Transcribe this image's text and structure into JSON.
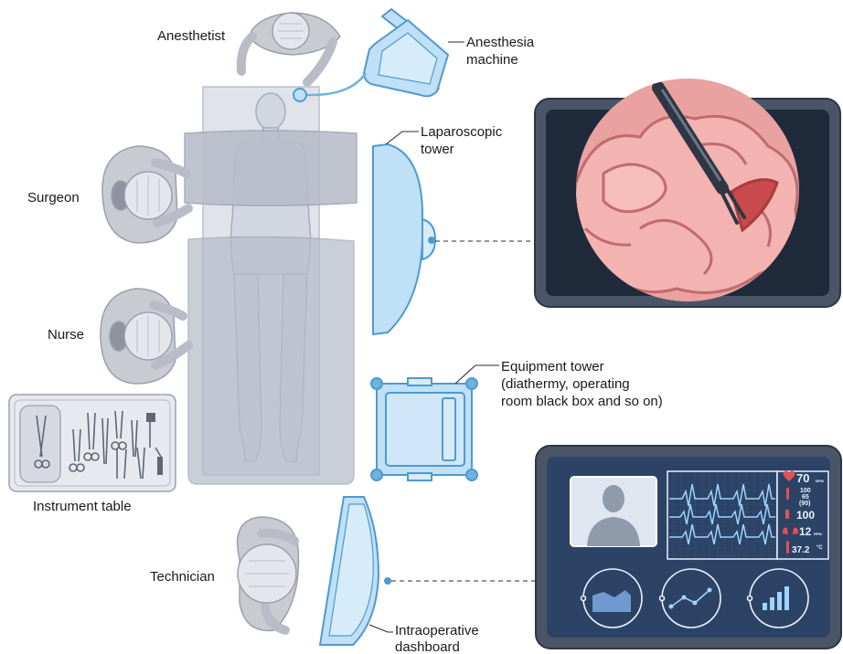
{
  "labels": {
    "anesthetist": "Anesthetist",
    "anesthesia_machine_line1": "Anesthesia",
    "anesthesia_machine_line2": "machine",
    "laparoscopic_tower_line1": "Laparoscopic",
    "laparoscopic_tower_line2": "tower",
    "surgeon": "Surgeon",
    "nurse": "Nurse",
    "equipment_tower_line1": "Equipment tower",
    "equipment_tower_line2": "(diathermy, operating",
    "equipment_tower_line3": "room black box and so on)",
    "instrument_table": "Instrument table",
    "technician": "Technician",
    "intraoperative_dashboard_line1": "Intraoperative",
    "intraoperative_dashboard_line2": "dashboard"
  },
  "vitals": {
    "heart_rate": "70",
    "heart_rate_unit": "BPM",
    "bp_systolic": "100",
    "bp_diastolic": "65",
    "bp_mean": "(90)",
    "spo2": "100",
    "resp_rate": "12",
    "resp_rate_unit": "RPM",
    "temperature": "37.2",
    "temperature_unit": "°C"
  },
  "icons": {
    "heart": "heart-icon",
    "thermometer": "thermometer-icon",
    "lungs": "lungs-icon",
    "patient": "person-silhouette-icon"
  },
  "colors": {
    "equipment_blue": "#bfe0f7",
    "equipment_stroke": "#5aa4d8",
    "person_grey": "#c9cbd3",
    "drape": "#b7bcc9",
    "monitor_frame": "#3e4b5e",
    "dashboard_screen": "#2c4366",
    "endoscope_tissue": "#f3b3b1",
    "heart_red": "#e35252"
  }
}
